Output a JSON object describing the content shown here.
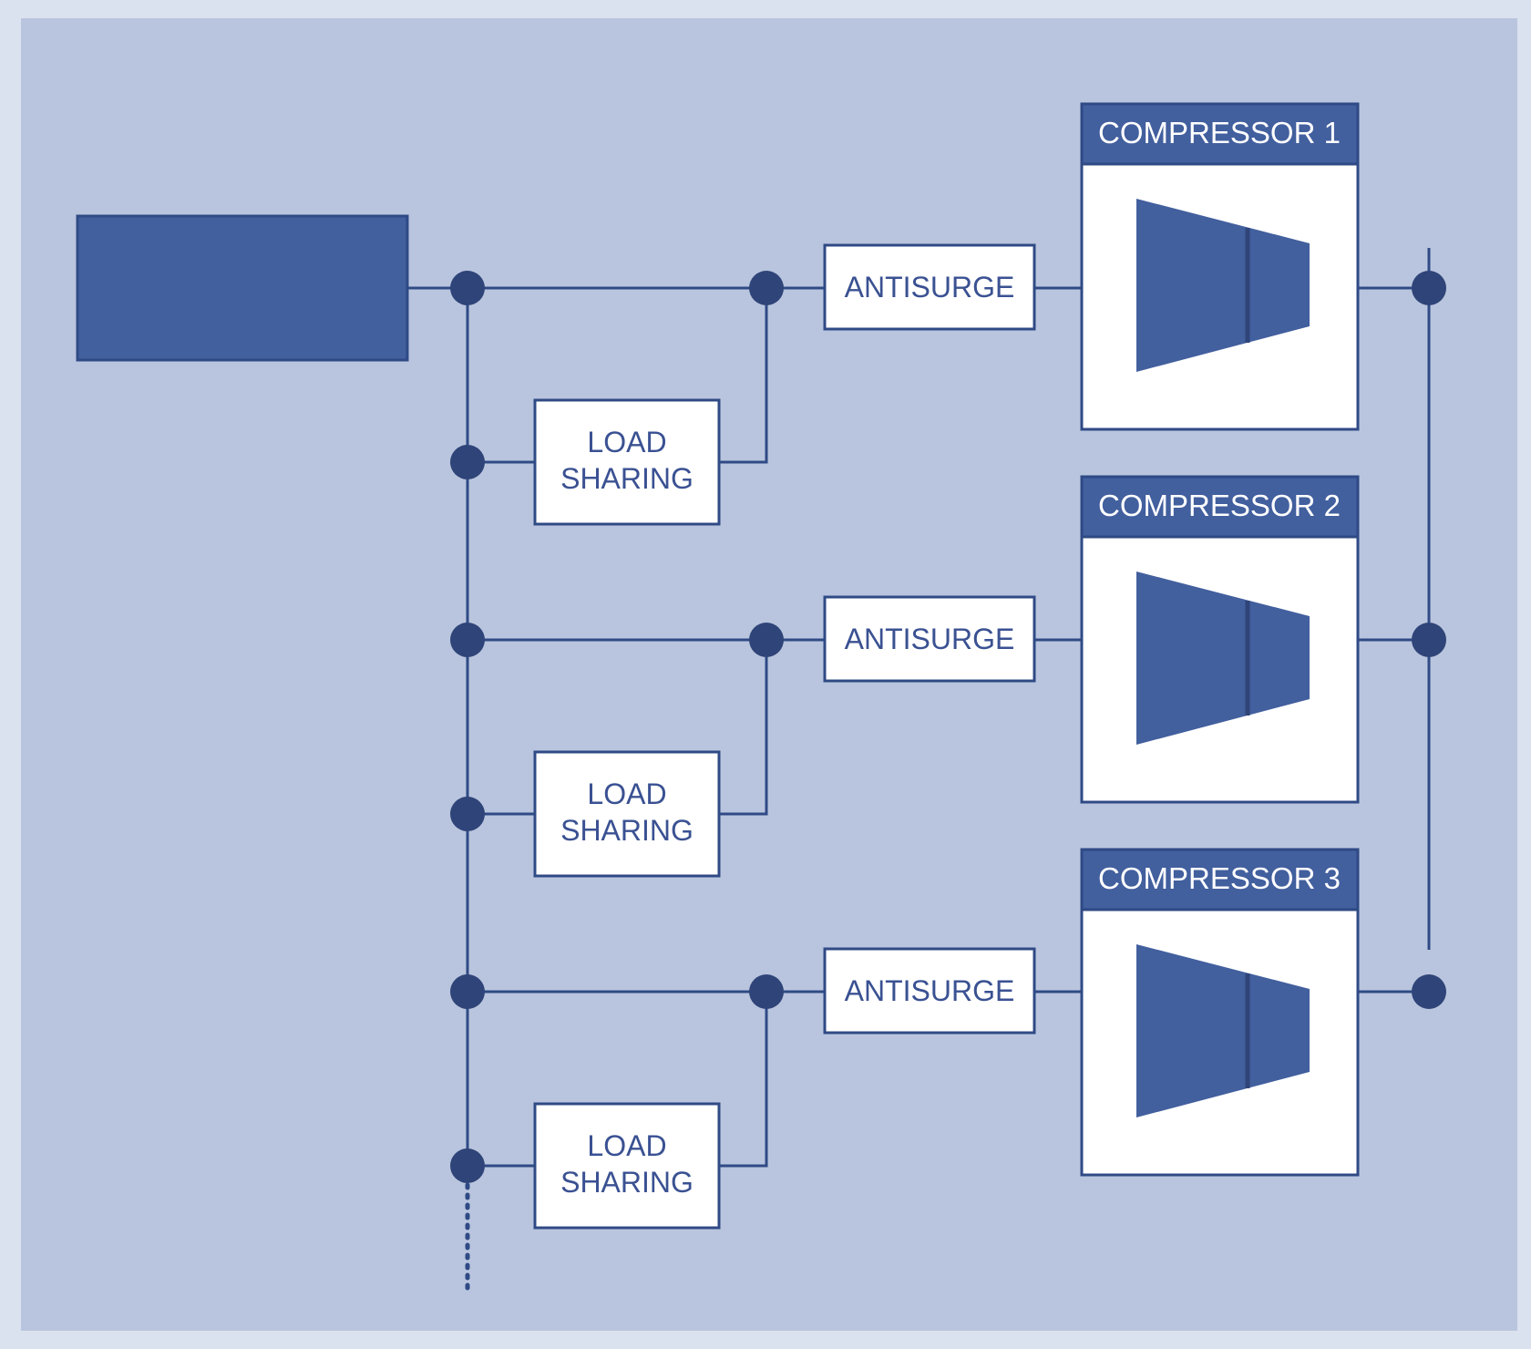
{
  "colors": {
    "outer_bg": "#dbe2ef",
    "panel_bg": "#b9c5de",
    "line": "#2f4a85",
    "node": "#2f4478",
    "block_fill": "#425f9e",
    "box_fill": "#ffffff",
    "label_text": "#3a5192",
    "title_text": "#ffffff"
  },
  "source_block": {
    "label": ""
  },
  "stages": [
    {
      "antisurge_label": "ANTISURGE",
      "load_sharing_line1": "LOAD",
      "load_sharing_line2": "SHARING",
      "compressor_title": "COMPRESSOR 1",
      "icon": "compressor-icon"
    },
    {
      "antisurge_label": "ANTISURGE",
      "load_sharing_line1": "LOAD",
      "load_sharing_line2": "SHARING",
      "compressor_title": "COMPRESSOR 2",
      "icon": "compressor-icon"
    },
    {
      "antisurge_label": "ANTISURGE",
      "load_sharing_line1": "LOAD",
      "load_sharing_line2": "SHARING",
      "compressor_title": "COMPRESSOR 3",
      "icon": "compressor-icon"
    }
  ]
}
